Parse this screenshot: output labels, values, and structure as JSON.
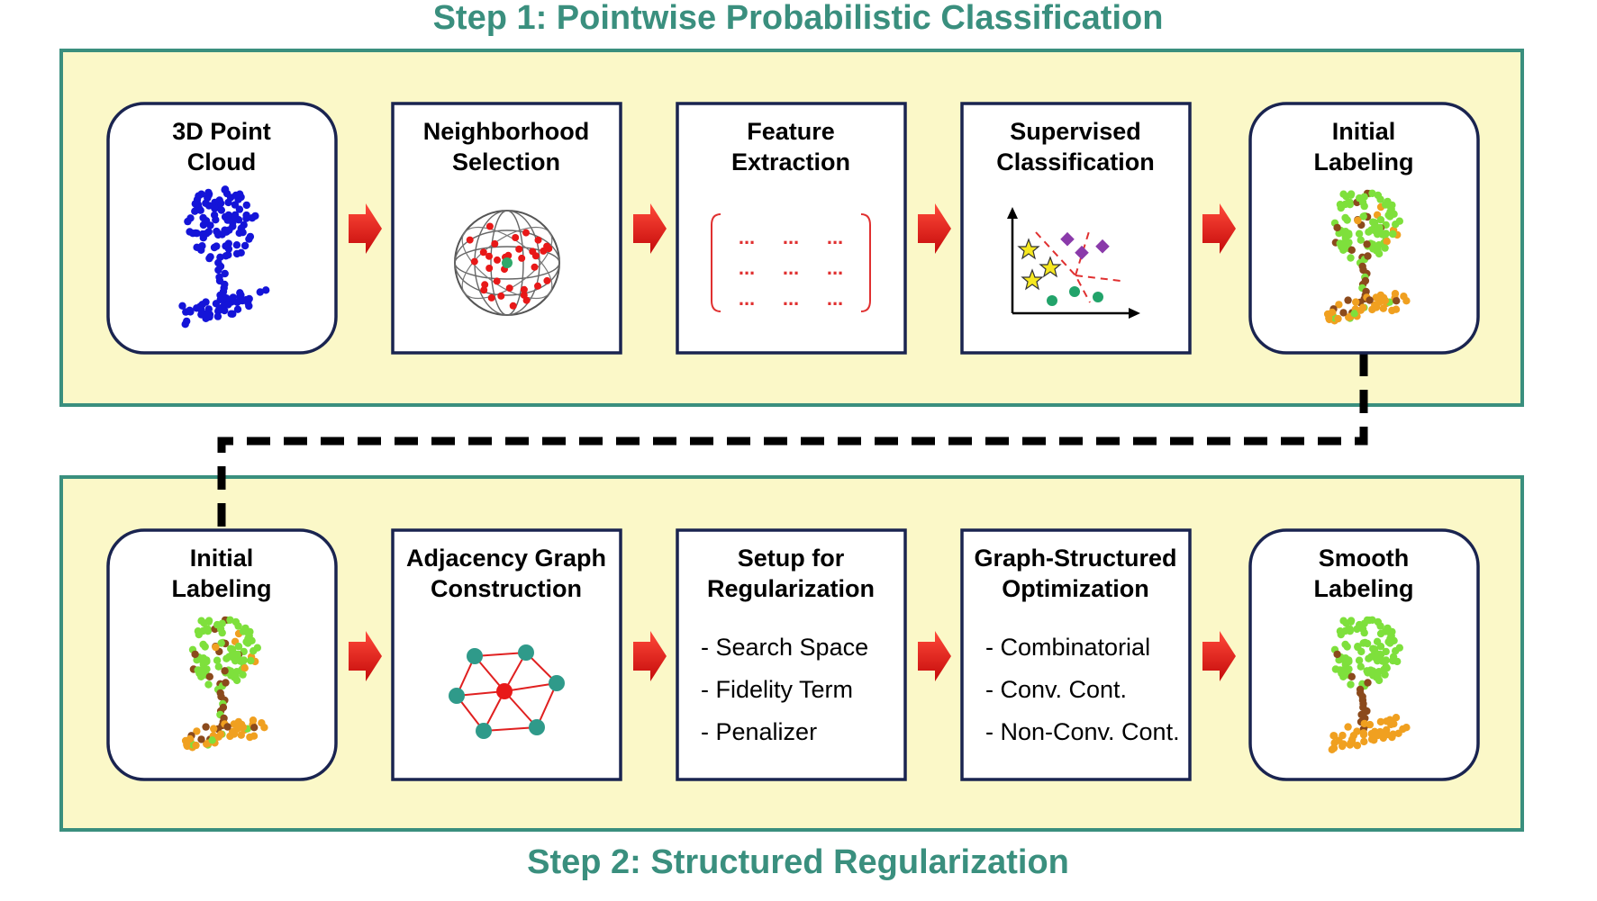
{
  "step1": {
    "title": "Step 1: Pointwise Probabilistic Classification",
    "boxes": [
      {
        "title_line1": "3D Point",
        "title_line2": "Cloud"
      },
      {
        "title_line1": "Neighborhood",
        "title_line2": "Selection"
      },
      {
        "title_line1": "Feature",
        "title_line2": "Extraction"
      },
      {
        "title_line1": "Supervised",
        "title_line2": "Classification"
      },
      {
        "title_line1": "Initial",
        "title_line2": "Labeling"
      }
    ],
    "feature_matrix_cells": [
      "...",
      "...",
      "...",
      "...",
      "...",
      "...",
      "...",
      "...",
      "..."
    ]
  },
  "step2": {
    "title": "Step 2: Structured Regularization",
    "boxes": [
      {
        "title_line1": "Initial",
        "title_line2": "Labeling"
      },
      {
        "title_line1": "Adjacency Graph",
        "title_line2": "Construction"
      },
      {
        "title_line1": "Setup for",
        "title_line2": "Regularization",
        "items": [
          "- Search Space",
          "- Fidelity Term",
          "- Penalizer"
        ]
      },
      {
        "title_line1": "Graph-Structured",
        "title_line2": "Optimization",
        "items": [
          "- Combinatorial",
          "- Conv. Cont.",
          "- Non-Conv. Cont."
        ]
      },
      {
        "title_line1": "Smooth",
        "title_line2": "Labeling"
      }
    ]
  },
  "colors": {
    "panel_fill": "#fbf8c8",
    "panel_border": "#3a8f7e",
    "title_color": "#3a8f7e",
    "box_border": "#1a2450",
    "arrow": "#e8141a",
    "point_blue": "#1414d8",
    "label_green": "#7ee03c",
    "label_brown": "#8b4a1c",
    "label_orange": "#f0a020",
    "graph_node": "#2f9a8a",
    "graph_center": "#e81818",
    "graph_edge": "#e02020"
  }
}
